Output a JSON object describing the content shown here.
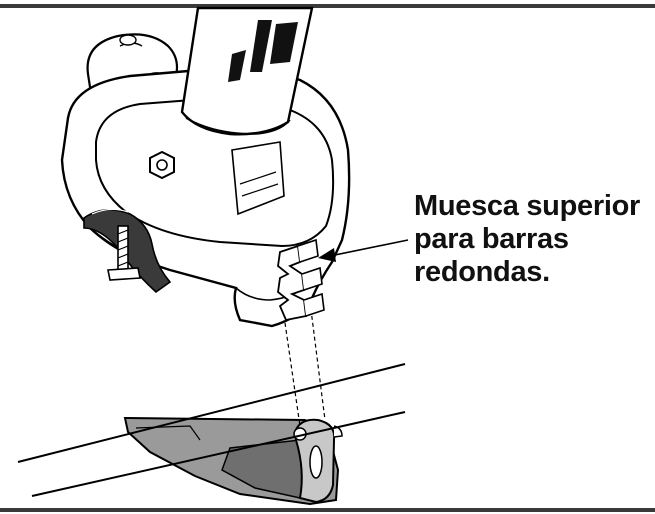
{
  "callout": {
    "lines": [
      "Muesca superior",
      "para barras",
      "redondas."
    ]
  },
  "colors": {
    "stroke": "#000000",
    "body_fill": "#ffffff",
    "base_fill": "#9a9a9a",
    "base_shadow": "#6f6f6f",
    "rule": "#3a3a3a"
  },
  "icons": [
    "bolt-icon",
    "clamp-screw-icon",
    "arrow-icon"
  ]
}
